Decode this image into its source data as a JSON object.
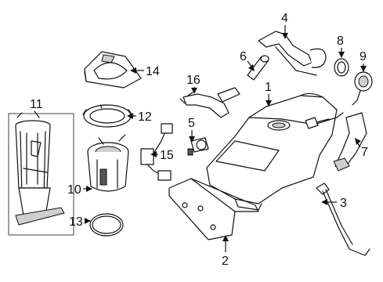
{
  "diagram": {
    "title": "",
    "callouts": [
      {
        "id": "1",
        "label": "1"
      },
      {
        "id": "2",
        "label": "2"
      },
      {
        "id": "3",
        "label": "3"
      },
      {
        "id": "4",
        "label": "4"
      },
      {
        "id": "5",
        "label": "5"
      },
      {
        "id": "6",
        "label": "6"
      },
      {
        "id": "7",
        "label": "7"
      },
      {
        "id": "8",
        "label": "8"
      },
      {
        "id": "9",
        "label": "9"
      },
      {
        "id": "10",
        "label": "10"
      },
      {
        "id": "11",
        "label": "11"
      },
      {
        "id": "12",
        "label": "12"
      },
      {
        "id": "13",
        "label": "13"
      },
      {
        "id": "14",
        "label": "14"
      },
      {
        "id": "15",
        "label": "15"
      },
      {
        "id": "16",
        "label": "16"
      }
    ]
  }
}
